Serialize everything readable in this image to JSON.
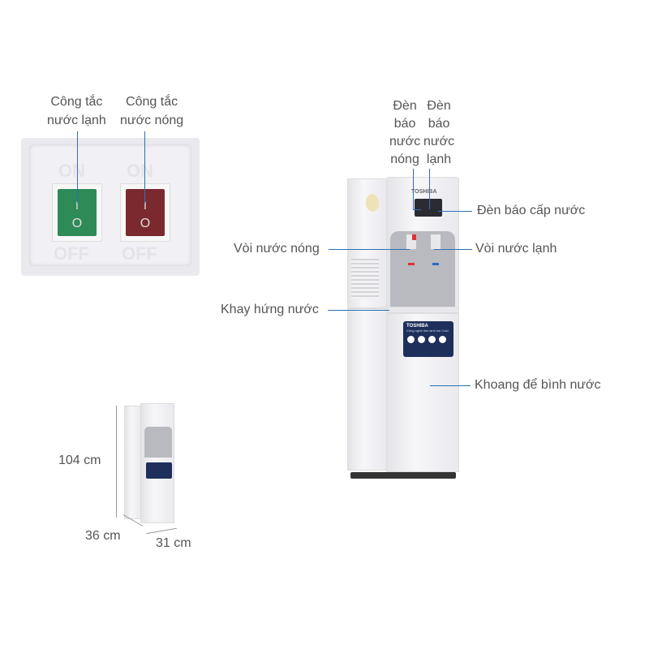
{
  "switch_panel": {
    "labels": {
      "cold_switch": "Công tắc\nnước lạnh",
      "hot_switch": "Công tắc\nnước nóng"
    },
    "cold_switch": {
      "color": "#2e8b57",
      "on_text": "ON",
      "off_text": "OFF",
      "on_symbol": "I",
      "off_symbol": "O"
    },
    "hot_switch": {
      "color": "#7a2a2e",
      "on_text": "ON",
      "off_text": "OFF",
      "on_symbol": "I",
      "off_symbol": "O"
    }
  },
  "product": {
    "brand": "TOSHIBA",
    "badge_text": "Công nghệ làm lạnh Ice Cold",
    "callouts": {
      "hot_indicator": "Đèn\nbáo\nnước\nnóng",
      "cold_indicator": "Đèn\nbáo\nnước\nlạnh",
      "supply_indicator": "Đèn báo cấp nước",
      "hot_tap": "Vòi nước nóng",
      "cold_tap": "Vòi nước lạnh",
      "drip_tray": "Khay hứng nước",
      "bottle_compartment": "Khoang để bình nước"
    }
  },
  "dimensions": {
    "height": "104 cm",
    "depth": "36 cm",
    "width": "31 cm"
  },
  "colors": {
    "callout_line": "#2f6fb6",
    "text": "#555555"
  }
}
